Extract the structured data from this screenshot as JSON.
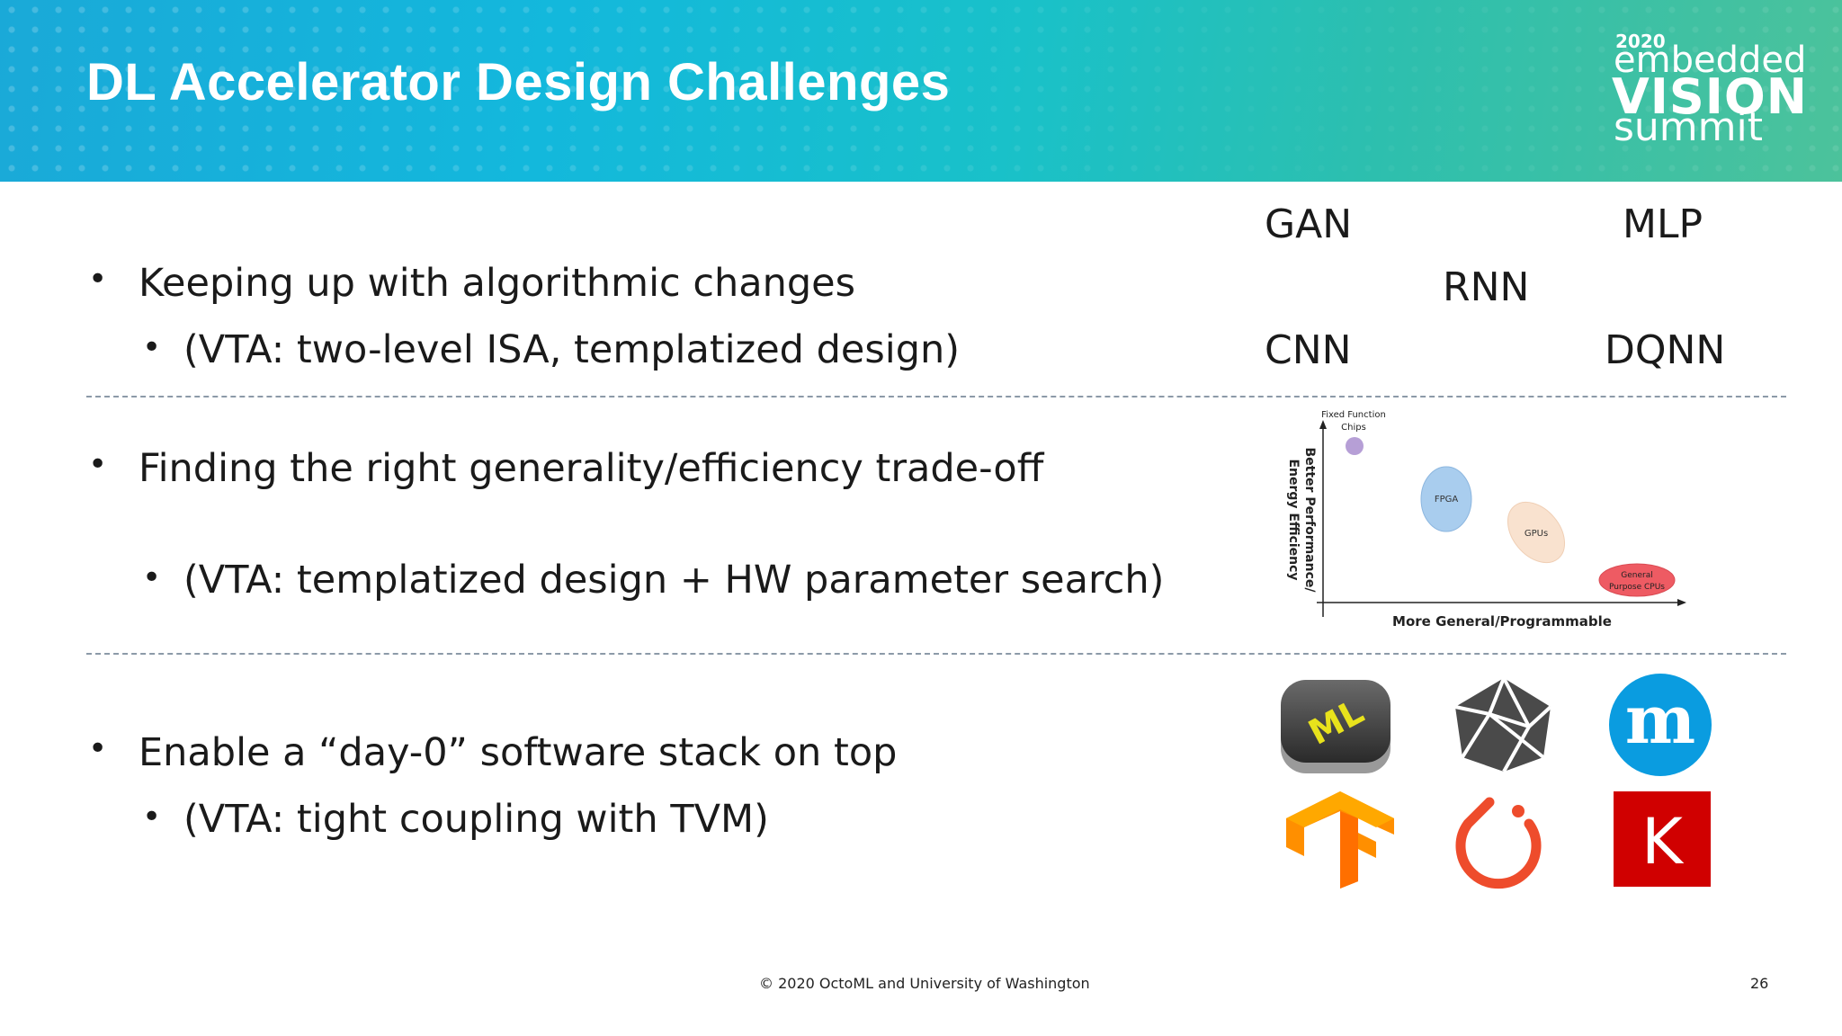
{
  "slide": {
    "title": "DL Accelerator Design Challenges",
    "logo": {
      "year": "2020",
      "line1": "embedded",
      "line2": "VISION",
      "line3": "summit"
    },
    "bullets": [
      {
        "main": "Keeping up with algorithmic changes",
        "sub": "(VTA: two-level ISA, templatized design)"
      },
      {
        "main": "Finding the right generality/efficiency trade-off",
        "sub": "(VTA: templatized design + HW parameter search)"
      },
      {
        "main": "Enable a “day-0” software stack on top",
        "sub": "(VTA: tight coupling with TVM)"
      }
    ],
    "algorithms": [
      "GAN",
      "MLP",
      "RNN",
      "CNN",
      "DQNN"
    ],
    "diagram": {
      "ylabel_line1": "Better Performance/",
      "ylabel_line2": "Energy Efficiency",
      "xlabel": "More General/Programmable",
      "points": [
        {
          "label_line1": "Fixed Function",
          "label_line2": "Chips",
          "color": "#b69fd6"
        },
        {
          "label": "FPGA",
          "color": "#a9cdee"
        },
        {
          "label": "GPUs",
          "color": "#f9e2cf"
        },
        {
          "label_line1": "General",
          "label_line2": "Purpose CPUs",
          "color": "#ee5b63"
        }
      ]
    },
    "frameworks": [
      {
        "name": "coreml-icon",
        "text": "ML"
      },
      {
        "name": "mxnet-icon"
      },
      {
        "name": "mobile-m-icon",
        "text": "m"
      },
      {
        "name": "tensorflow-icon"
      },
      {
        "name": "pytorch-icon"
      },
      {
        "name": "keras-icon",
        "text": "K"
      }
    ],
    "footer": "© 2020 OctoML and University of Washington",
    "page_number": "26"
  }
}
